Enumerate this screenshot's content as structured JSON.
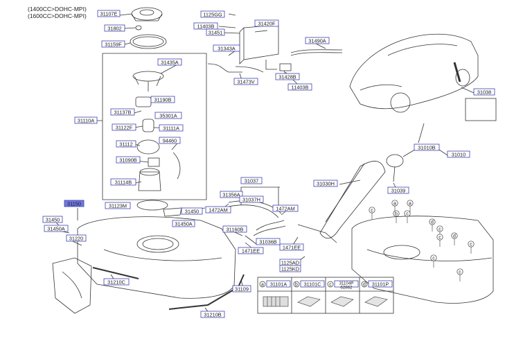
{
  "header": {
    "engine_lines": [
      "(1400CC>DOHC-MPI)",
      "(1600CC>DOHC-MPI)"
    ]
  },
  "part_labels": [
    "31107E",
    "31802",
    "31159F",
    "1125GG",
    "11403B",
    "31451",
    "31420F",
    "31343A",
    "31490A",
    "31435A",
    "31473V",
    "31428B",
    "11403B",
    "31038",
    "31190B",
    "31137B",
    "35301A",
    "31110A",
    "31122F",
    "31111A",
    "31112",
    "94460",
    "31090B",
    "31114B",
    "31010B",
    "31010",
    "31030H",
    "31039",
    "31037",
    "31356A",
    "31037H",
    "1472AM",
    "1472AM",
    "31150",
    "31123M",
    "31450",
    "31450",
    "31450A",
    "31450A",
    "31220",
    "31160B",
    "31036B",
    "1471EE",
    "1471EE",
    "1125AD",
    "1125KD",
    "31210C",
    "31109",
    "31210B"
  ],
  "legend": {
    "letters": [
      "a",
      "b",
      "c",
      "d"
    ],
    "codes": [
      "31101A",
      "31101C",
      "31104P",
      "31101P"
    ],
    "sub_code": "62862"
  },
  "callout_letters": [
    "c",
    "a",
    "a",
    "b",
    "c",
    "d",
    "c",
    "c",
    "c",
    "d",
    "c",
    "c"
  ],
  "colors": {
    "line": "#333333",
    "label_border": "#3a3fb0",
    "label_bg": "#ffffff",
    "highlight_bg": "#6f78e0",
    "text": "#1a1a1a"
  }
}
